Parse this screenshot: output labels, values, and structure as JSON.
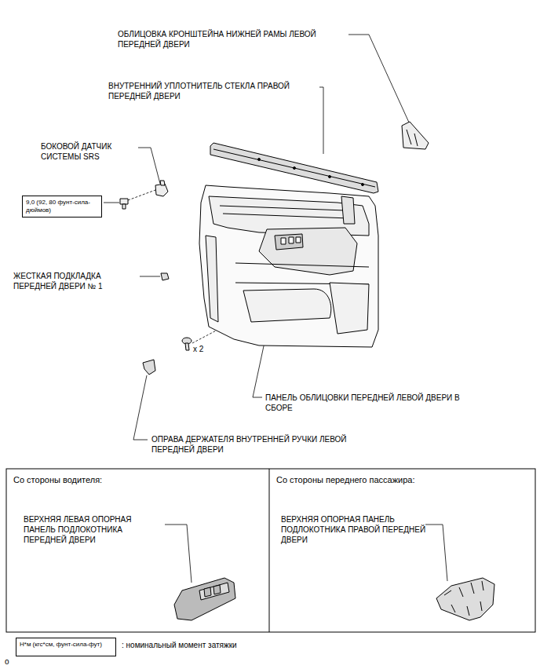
{
  "diagram": {
    "nodes": [
      {
        "text": [
          "9,0 (92, 80 фунт-сила-дюймов)"
        ]
      },
      {
        "text": [
          "Со стороны водителя:",
          "ВЕРХНЯЯ ЛЕВАЯ ОПОРНАЯ ПАНЕЛЬ ПОДЛОКОТНИКА ПЕРЕДНЕЙ ДВЕРИ"
        ]
      },
      {
        "text": [
          "Со стороны переднего пассажира:",
          "ВЕРХНЯЯ ОПОРНАЯ ПАНЕЛЬ ПОДЛОКОТНИКА ПРАВОЙ ПЕРЕДНЕЙ ДВЕРИ"
        ]
      },
      {
        "text": [
          "Н*м (кгс*см, фунт-сила-фут)"
        ]
      }
    ],
    "labels": [
      "ОБЛИЦОВКА КРОНШТЕЙНА НИЖНЕЙ РАМЫ ЛЕВОЙ ПЕРЕДНЕЙ ДВЕРИ",
      "ВНУТРЕННИЙ УПЛОТНИТЕЛЬ СТЕКЛА ПРАВОЙ ПЕРЕДНЕЙ ДВЕРИ",
      "БОКОВОЙ ДАТЧИК СИСТЕМЫ SRS",
      "ЖЕСТКАЯ ПОДКЛАДКА ПЕРЕДНЕЙ ДВЕРИ № 1",
      "x 2",
      "ПАНЕЛЬ ОБЛИЦОВКИ ПЕРЕДНЕЙ ЛЕВОЙ ДВЕРИ В СБОРЕ",
      "ОПРАВА ДЕРЖАТЕЛЯ ВНУТРЕННЕЙ РУЧКИ ЛЕВОЙ ПЕРЕДНЕЙ ДВЕРИ",
      ": номинальный момент затяжки",
      "o"
    ]
  }
}
